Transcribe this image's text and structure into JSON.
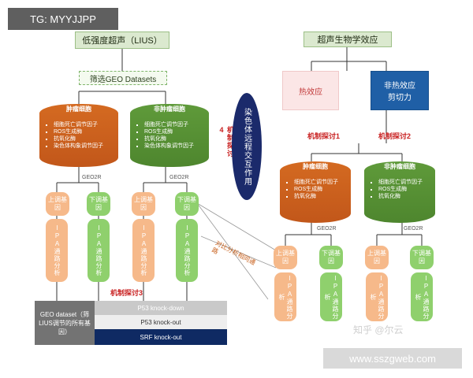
{
  "watermark_tl": "TG: MYYJJPP",
  "watermark_br": "www.sszgweb.com",
  "zhihu": "知乎 @尔云",
  "liius_title": "低强度超声（LIUS）",
  "screen_geo": "筛选GEO Datasets",
  "bio_effect": "超声生物学效应",
  "thermal": "热效应",
  "nonthermal": "非热效应",
  "shear": "剪切力",
  "tumor": "肿瘤细胞",
  "nontumor": "非肿瘤细胞",
  "gene_list_4": [
    "细胞死亡调节因子",
    "ROS生成酶",
    "抗氧化酶",
    "染色体构象调节因子"
  ],
  "gene_list_3": [
    "细胞死亡调节因子",
    "ROS生成酶",
    "抗氧化酶"
  ],
  "geo2r": "GEO2R",
  "up": "上调基因",
  "down": "下调基因",
  "ipa": "IPA通路分析",
  "mech1": "机制探讨1",
  "mech2": "机制探讨2",
  "mech3": "机制探讨3",
  "mech4": "机制探讨4",
  "chromatin": "染色体远程交互作用",
  "compare": "对比分析相同通路",
  "geo_dataset": "GEO dataset（筛LIUS调节的所有基因）",
  "ko": [
    "P53 knock-down",
    "P53 knock-out",
    "SRF knock-out"
  ],
  "colors": {
    "orange": "#c8601c",
    "green": "#4f8a30",
    "blue": "#1f5fa6",
    "red": "#c81f1f",
    "navy": "#1b2a6b"
  }
}
